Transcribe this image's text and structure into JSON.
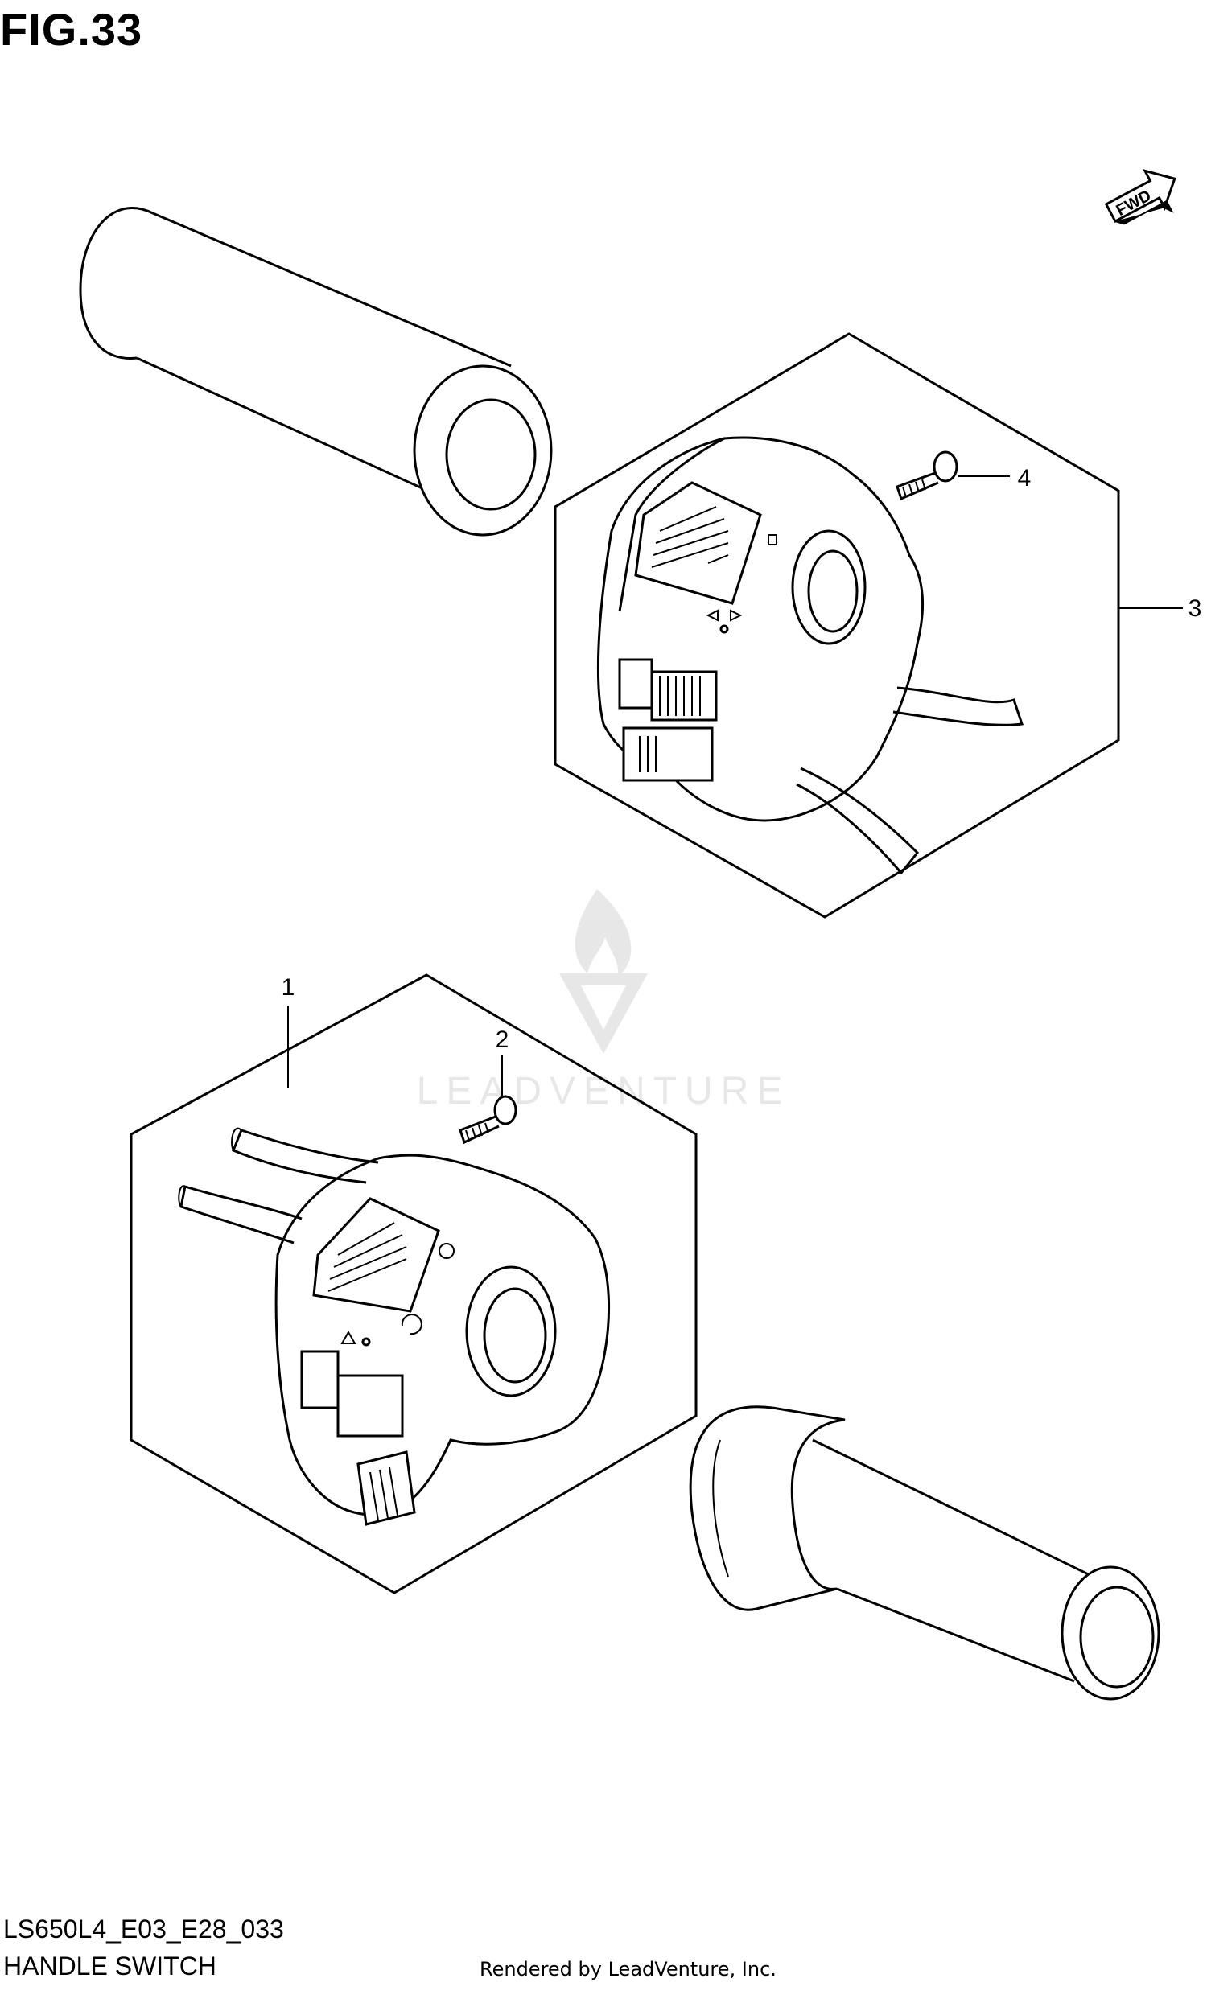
{
  "figure": {
    "title": "FIG.33",
    "model_code": "LS650L4_E03_E28_033",
    "section_name": "HANDLE SWITCH",
    "footer": "Rendered by LeadVenture, Inc.",
    "watermark": "LEADVENTURE",
    "direction_marker": "FWD"
  },
  "callouts": [
    {
      "number": "1",
      "part": "handle-switch-left-assembly"
    },
    {
      "number": "2",
      "part": "screw-left"
    },
    {
      "number": "3",
      "part": "handle-switch-right-assembly"
    },
    {
      "number": "4",
      "part": "screw-right"
    }
  ],
  "colors": {
    "line": "#000000",
    "background": "#ffffff",
    "watermark": "#d9d9d9"
  }
}
